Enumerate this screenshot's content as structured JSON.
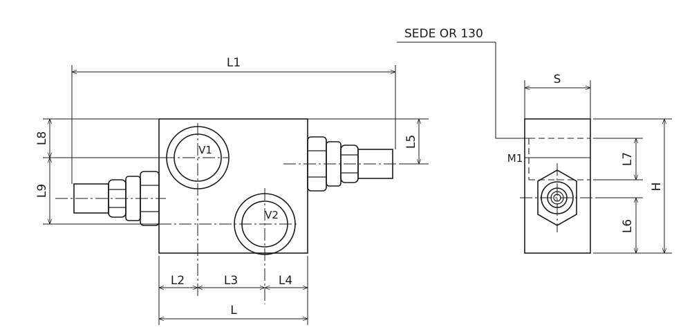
{
  "diagram": {
    "labels": {
      "l1": "L1",
      "l": "L",
      "l2": "L2",
      "l3": "L3",
      "l4": "L4",
      "l5": "L5",
      "l6": "L6",
      "l7": "L7",
      "l8": "L8",
      "l9": "L9",
      "s": "S",
      "h": "H",
      "m1": "M1",
      "v1": "V1",
      "v2": "V2",
      "seat": "SEDE OR 130"
    }
  }
}
